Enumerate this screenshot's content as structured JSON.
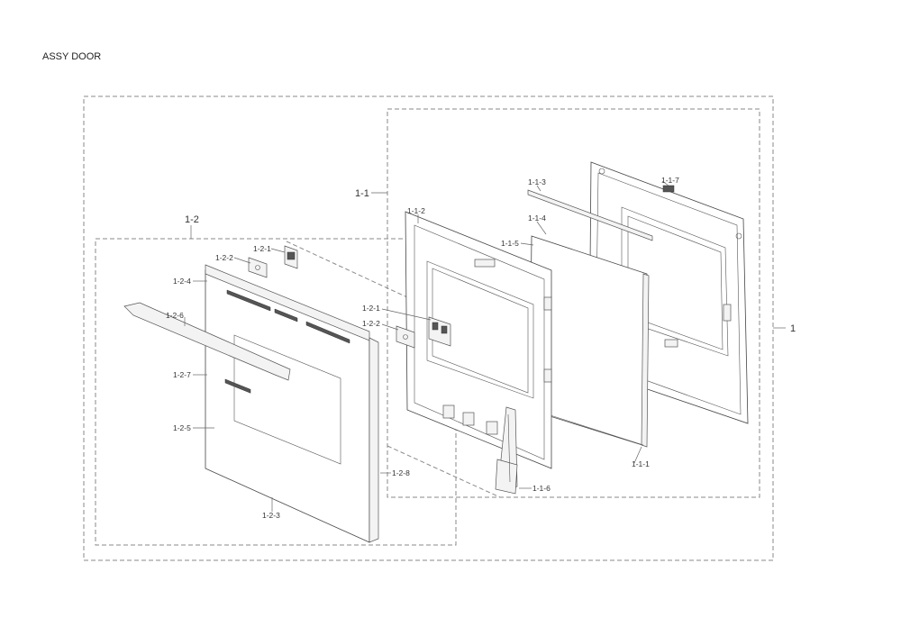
{
  "title": "ASSY DOOR",
  "labels": {
    "assy": "1",
    "inner": "1-1",
    "outer": "1-2",
    "p111": "1-1-1",
    "p112": "1-1-2",
    "p113": "1-1-3",
    "p114": "1-1-4",
    "p115": "1-1-5",
    "p116": "1-1-6",
    "p117": "1-1-7",
    "p121a": "1-2-1",
    "p121b": "1-2-1",
    "p122a": "1-2-2",
    "p122b": "1-2-2",
    "p123": "1-2-3",
    "p124": "1-2-4",
    "p125": "1-2-5",
    "p126": "1-2-6",
    "p127": "1-2-7",
    "p128": "1-2-8"
  }
}
